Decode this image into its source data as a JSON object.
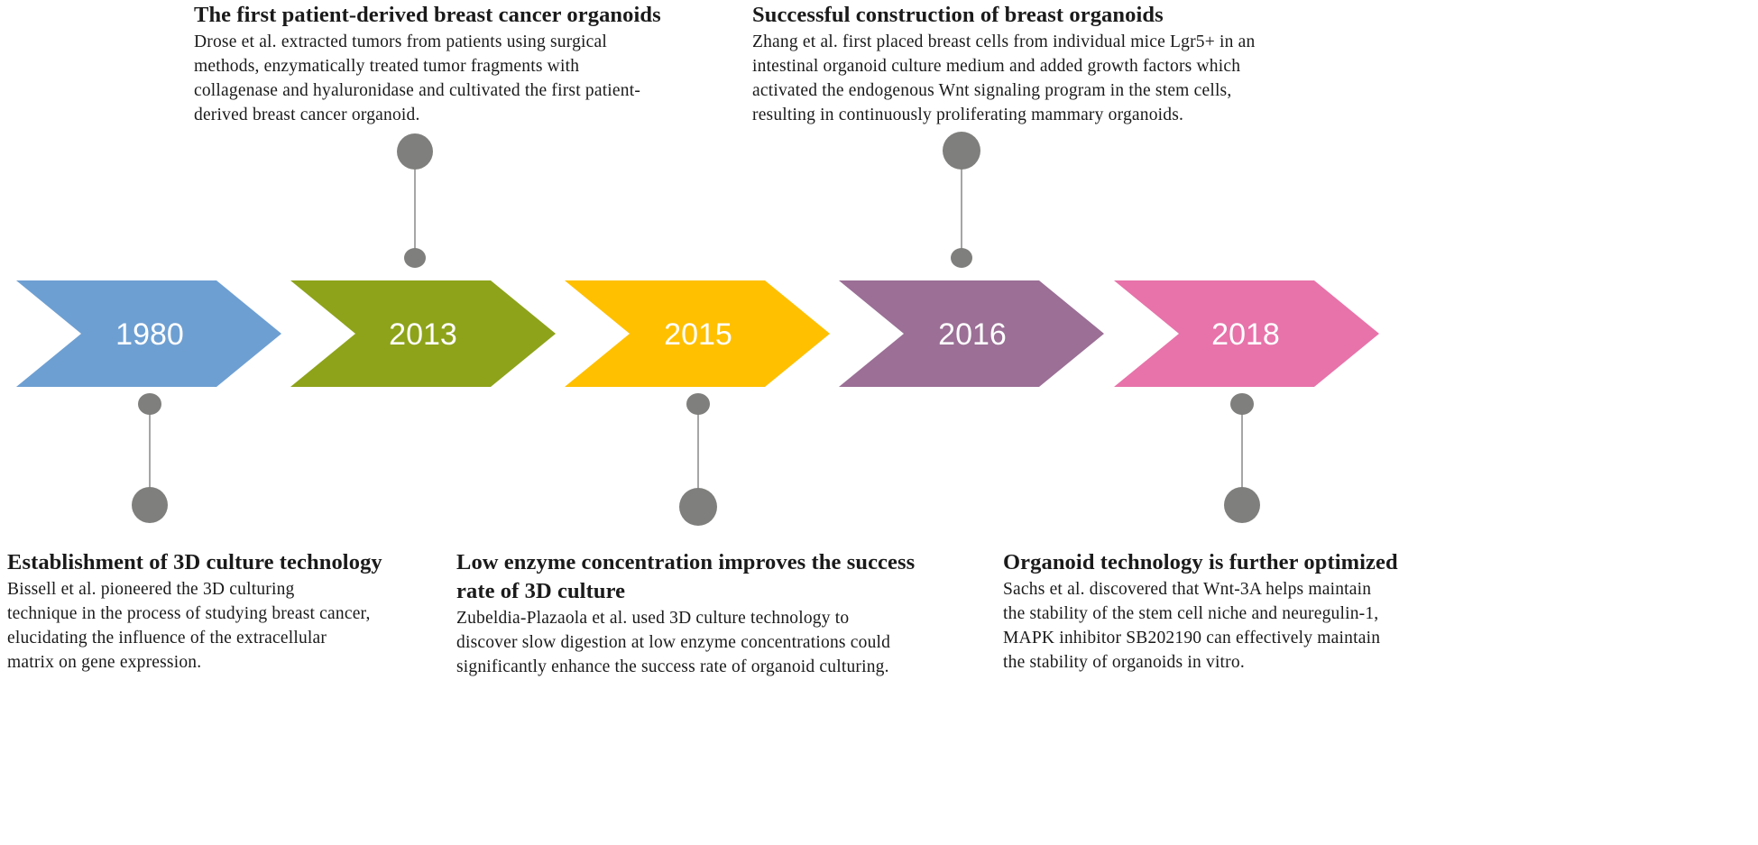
{
  "colors": {
    "connector": "#7f7f7d",
    "connector_line": "#a6a6a6",
    "text": "#1a1a1a"
  },
  "milestones": [
    {
      "year": "1980",
      "color": "#6e9fd2"
    },
    {
      "year": "2013",
      "color": "#8ea31a"
    },
    {
      "year": "2015",
      "color": "#ffc000"
    },
    {
      "year": "2016",
      "color": "#9b6f96"
    },
    {
      "year": "2018",
      "color": "#e773aa"
    }
  ],
  "events": {
    "e1980": {
      "title": "Establishment of 3D culture technology",
      "desc": [
        "Bissell et al. pioneered the 3D culturing",
        "technique in the process of studying breast cancer,",
        "elucidating the influence of the extracellular",
        "matrix on gene expression."
      ]
    },
    "e2013": {
      "title": "The first patient-derived breast cancer organoids",
      "desc": [
        "Drose et al. extracted tumors from patients using surgical",
        "methods, enzymatically treated tumor fragments with",
        "collagenase and hyaluronidase and cultivated the first patient-",
        "derived breast cancer organoid."
      ]
    },
    "e2015": {
      "title": [
        "Low enzyme concentration improves the success",
        "rate of 3D culture"
      ],
      "desc": [
        "Zubeldia-Plazaola et al. used 3D culture technology to",
        "discover slow digestion at low enzyme concentrations could",
        "significantly enhance the success rate of organoid culturing."
      ]
    },
    "e2016": {
      "title": "Successful construction of breast organoids",
      "desc": [
        "Zhang et al. first placed breast cells from individual mice Lgr5+ in an",
        "intestinal organoid culture medium and added growth factors which",
        "activated the endogenous Wnt signaling program in the stem cells,",
        "resulting in continuously proliferating mammary organoids."
      ]
    },
    "e2018": {
      "title": "Organoid technology is further optimized",
      "desc": [
        "Sachs et al. discovered that Wnt-3A helps maintain",
        "the stability of the stem cell niche and neuregulin-1,",
        "MAPK inhibitor SB202190 can effectively maintain",
        "the stability of organoids in vitro."
      ]
    }
  }
}
